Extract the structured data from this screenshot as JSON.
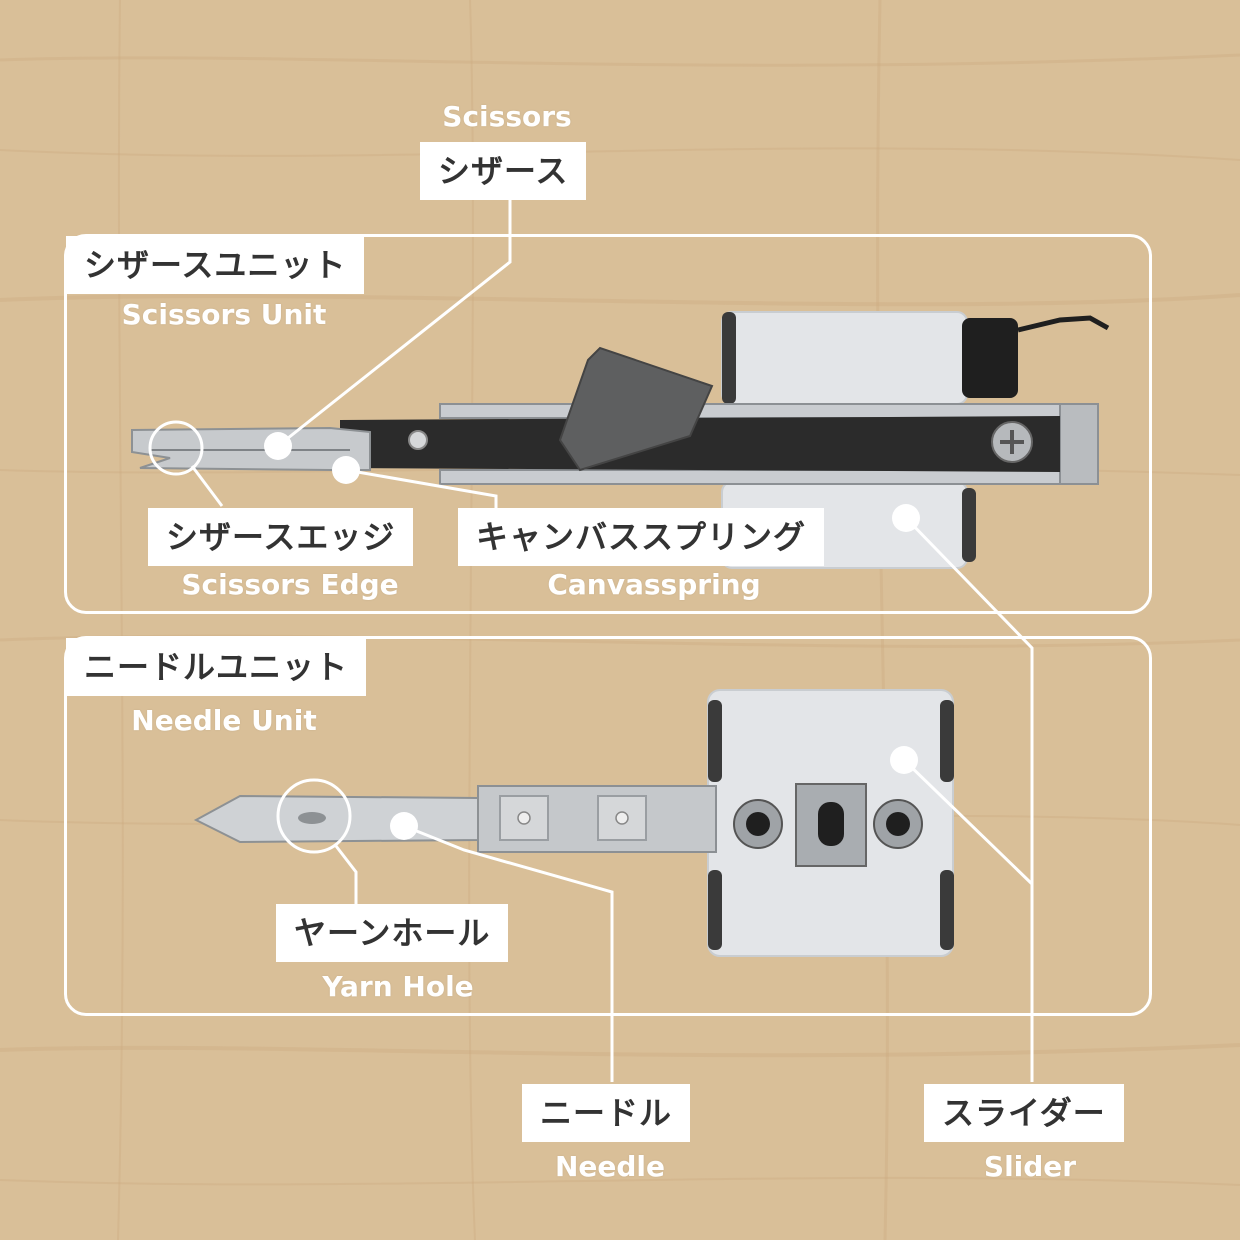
{
  "colors": {
    "wood": "#d9bf98",
    "wood_grain": "#c9ab80",
    "frame": "#ffffff",
    "label_bg": "#ffffff",
    "label_text": "#333333",
    "plastic": "#e2e4e6",
    "metal": "#b9bcbf",
    "dark_metal": "#2c2c2c"
  },
  "groups": {
    "scissors_unit": {
      "jp": "シザースユニット",
      "en": "Scissors Unit"
    },
    "needle_unit": {
      "jp": "ニードルユニット",
      "en": "Needle Unit"
    }
  },
  "callouts": {
    "scissors": {
      "jp": "シザース",
      "en": "Scissors"
    },
    "scissors_edge": {
      "jp": "シザースエッジ",
      "en": "Scissors Edge"
    },
    "canvas_spring": {
      "jp": "キャンバススプリング",
      "en": "Canvasspring"
    },
    "yarn_hole": {
      "jp": "ヤーンホール",
      "en": "Yarn Hole"
    },
    "needle": {
      "jp": "ニードル",
      "en": "Needle"
    },
    "slider": {
      "jp": "スライダー",
      "en": "Slider"
    }
  },
  "icons": [
    "scissors-unit-illustration",
    "needle-unit-illustration",
    "callout-dot",
    "callout-ring"
  ]
}
